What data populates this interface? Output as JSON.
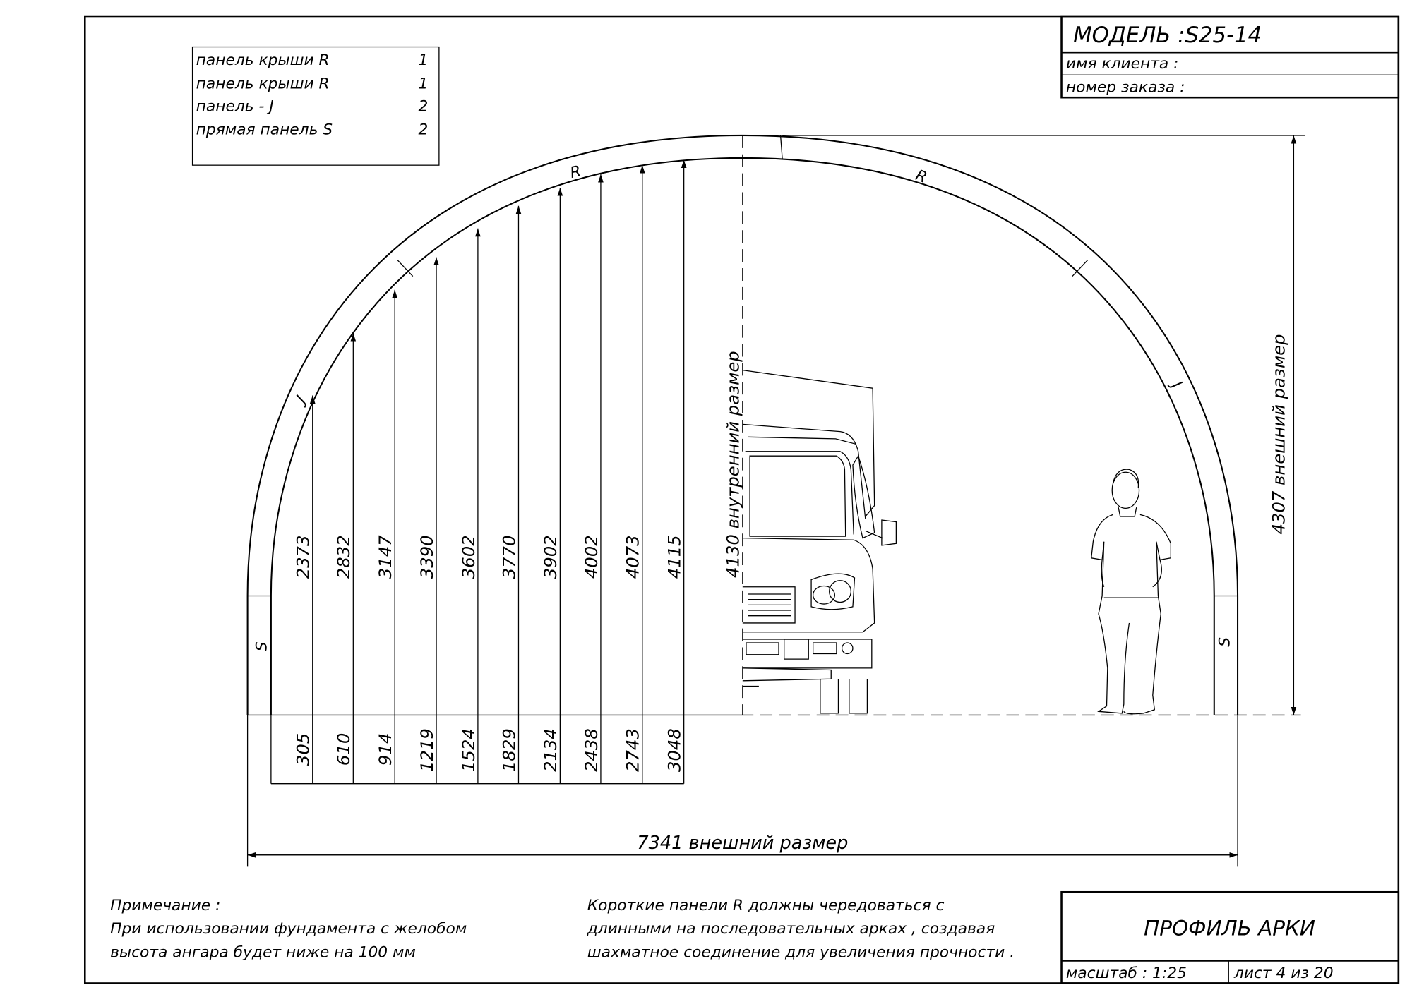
{
  "title_block": {
    "model": "МОДЕЛЬ :S25-14",
    "client_label": "имя клиента :",
    "order_label": "номер заказа :",
    "drawing_title": "ПРОФИЛЬ АРКИ",
    "scale": "масштаб : 1:25",
    "sheet": "лист 4  из 20"
  },
  "parts_table": [
    {
      "name": "панель крыши R",
      "qty": "1"
    },
    {
      "name": "панель крыши R",
      "qty": "1"
    },
    {
      "name": "панель - J",
      "qty": "2"
    },
    {
      "name": "прямая панель S",
      "qty": "2"
    }
  ],
  "panel_labels": {
    "R": "R",
    "J": "J",
    "S": "S"
  },
  "heights": [
    "2373",
    "2832",
    "3147",
    "3390",
    "3602",
    "3770",
    "3902",
    "4002",
    "4073",
    "4115"
  ],
  "offsets": [
    "305",
    "610",
    "914",
    "1219",
    "1524",
    "1829",
    "2134",
    "2438",
    "2743",
    "3048"
  ],
  "dimensions": {
    "inner_height": "4130  внутренний размер",
    "outer_height": "4307  внешний размер",
    "outer_width": "7341  внешний размер"
  },
  "notes": {
    "left": [
      "Примечание :",
      "При использовании фундамента с желобом",
      "высота ангара будет ниже на  100  мм"
    ],
    "right": [
      "Короткие панели  R  должны чередоваться  с",
      "длинными на последовательных арках , создавая",
      "шахматное соединение для увеличения прочности ."
    ]
  }
}
